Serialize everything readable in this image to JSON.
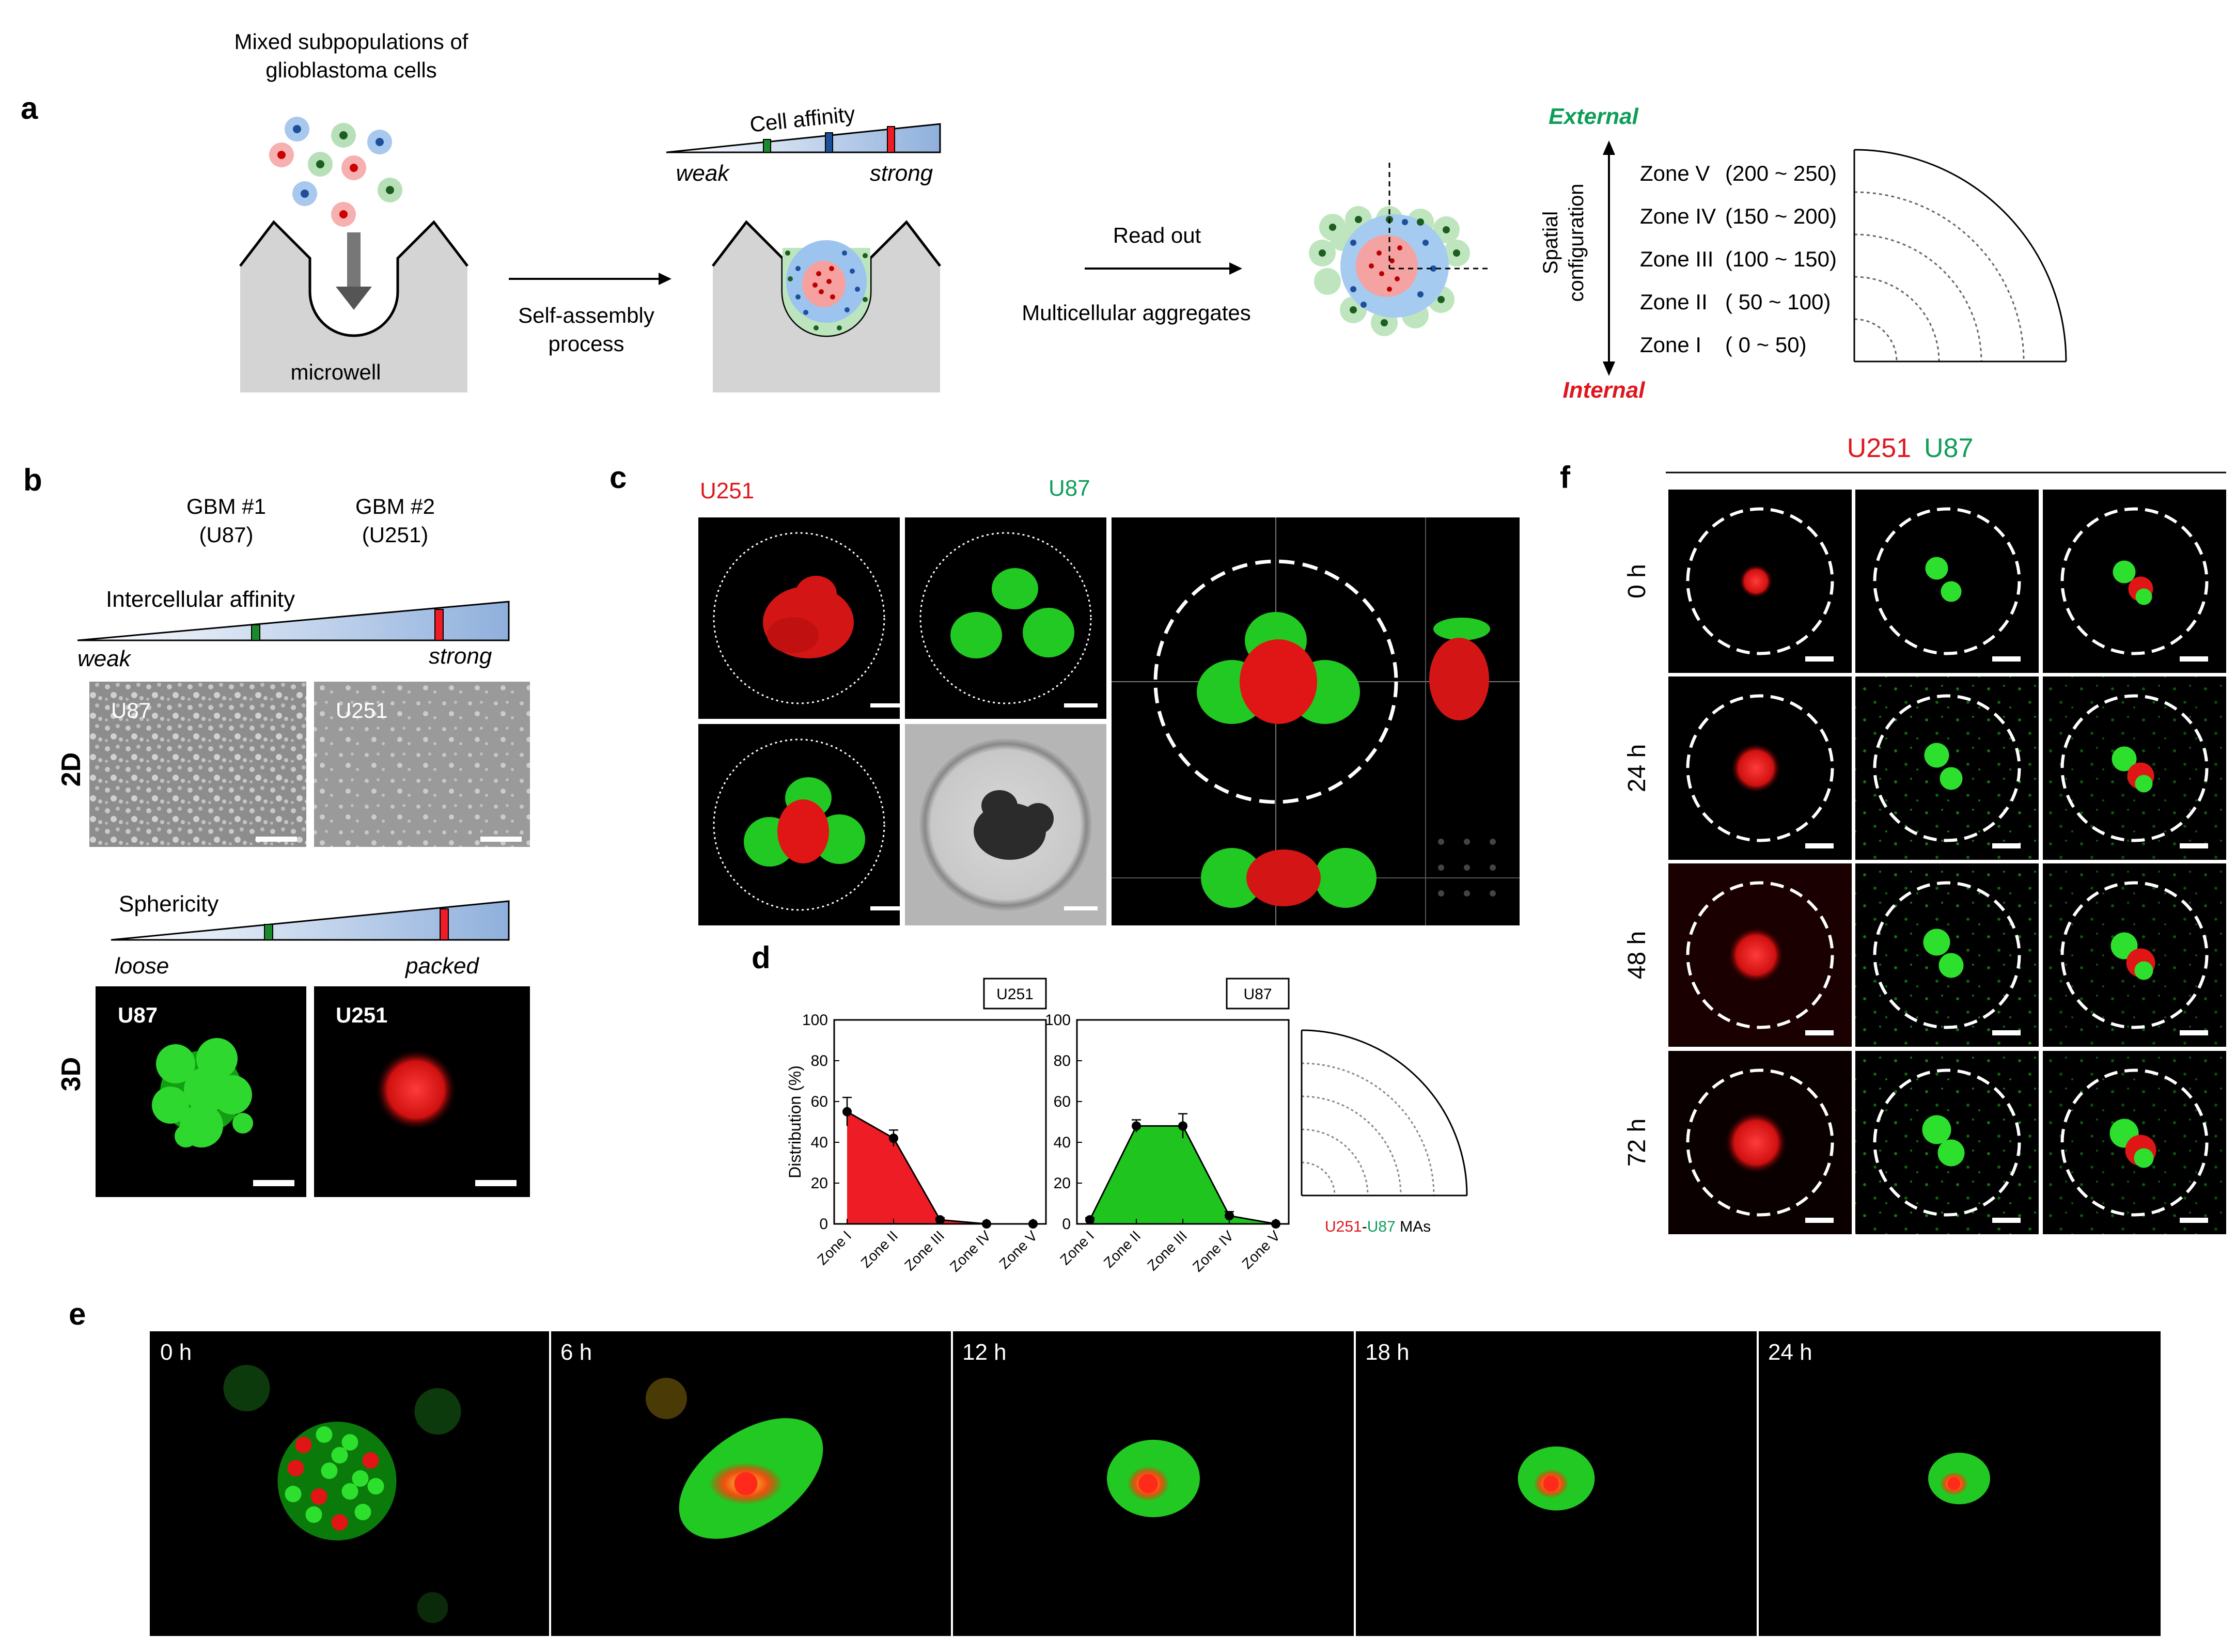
{
  "panel_letters": {
    "a": "a",
    "b": "b",
    "c": "c",
    "d": "d",
    "e": "e",
    "f": "f"
  },
  "colors": {
    "red": "#ee1c25",
    "green": "#0f9d58",
    "blue": "#4a90d9",
    "bar_blue": "#98b8e0",
    "gray_well": "#d4d4d4"
  },
  "panel_a": {
    "title_line1": "Mixed subpopulations of",
    "title_line2": "glioblastoma cells",
    "microwell": "microwell",
    "self_assembly_1": "Self-assembly",
    "self_assembly_2": "process",
    "cell_affinity": "Cell affinity",
    "weak": "weak",
    "strong": "strong",
    "read_out": "Read out",
    "multicellular": "Multicellular aggregates",
    "external": "External",
    "internal": "Internal",
    "spatial_1": "Spatial",
    "spatial_2": "configuration",
    "zones": [
      {
        "name": "Zone V",
        "range": "(200 ~ 250)"
      },
      {
        "name": "Zone IV",
        "range": "(150 ~ 200)"
      },
      {
        "name": "Zone III",
        "range": "(100 ~ 150)"
      },
      {
        "name": "Zone II",
        "range": "( 50 ~ 100)"
      },
      {
        "name": "Zone I",
        "range": "( 0 ~ 50)"
      }
    ]
  },
  "panel_b": {
    "gbm1_line1": "GBM #1",
    "gbm1_line2": "(U87)",
    "gbm2_line1": "GBM #2",
    "gbm2_line2": "(U251)",
    "intercellular": "Intercellular affinity",
    "weak": "weak",
    "strong": "strong",
    "label_2d": "2D",
    "img_u87": "U87",
    "img_u251": "U251",
    "sphericity": "Sphericity",
    "loose": "loose",
    "packed": "packed",
    "label_3d": "3D"
  },
  "panel_c": {
    "u251": "U251",
    "u87": "U87"
  },
  "panel_f": {
    "u251": "U251",
    "u87": "U87",
    "times": [
      "0 h",
      "24 h",
      "48 h",
      "72 h"
    ]
  },
  "panel_e": {
    "times": [
      "0 h",
      "6 h",
      "12 h",
      "18 h",
      "24 h"
    ]
  },
  "chart_data": [
    {
      "type": "area",
      "legend": "U251",
      "categories": [
        "Zone I",
        "Zone II",
        "Zone III",
        "Zone IV",
        "Zone V"
      ],
      "values": [
        55,
        42,
        2,
        0,
        0
      ],
      "errors": [
        7,
        4,
        1,
        0,
        0
      ],
      "ylabel": "Distribution (%)",
      "ylim": [
        0,
        100
      ],
      "yticks": [
        "0",
        "20",
        "40",
        "60",
        "80",
        "100"
      ]
    },
    {
      "type": "area",
      "legend": "U87",
      "categories": [
        "Zone I",
        "Zone II",
        "Zone III",
        "Zone IV",
        "Zone V"
      ],
      "values": [
        2,
        48,
        48,
        4,
        0
      ],
      "errors": [
        1,
        3,
        6,
        2,
        0
      ],
      "ylim": [
        0,
        100
      ],
      "yticks": [
        "0",
        "20",
        "40",
        "60",
        "80",
        "100"
      ]
    }
  ],
  "panel_d_legend": {
    "u251": "U251",
    "dash": "-",
    "u87": "U87",
    "mas": " MAs"
  }
}
